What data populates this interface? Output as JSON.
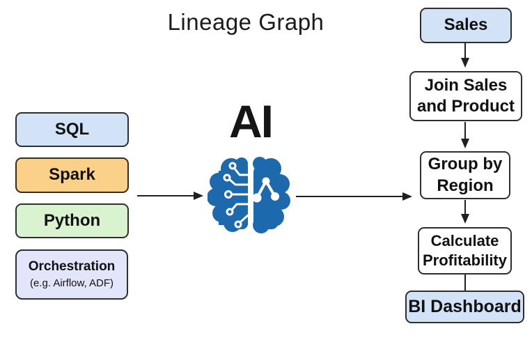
{
  "title": "Lineage Graph",
  "colors": {
    "background": "#ffffff",
    "box_border": "#2e2e2e",
    "arrow": "#1f1f1f",
    "text": "#111111",
    "blue_fill": "#d2e3f7",
    "orange_fill": "#fbd189",
    "green_fill": "#d9f2d0",
    "lavender_fill": "#e3e6fb",
    "white_fill": "#ffffff",
    "brain_blue": "#1c6aad"
  },
  "center": {
    "ai_label": "AI",
    "brain_icon": "ai-brain-icon"
  },
  "left_stack": {
    "items": [
      {
        "label": "SQL",
        "fill": "blue"
      },
      {
        "label": "Spark",
        "fill": "orange"
      },
      {
        "label": "Python",
        "fill": "green"
      },
      {
        "label": "Orchestration",
        "sublabel": "(e.g. Airflow, ADF)",
        "fill": "lavender"
      }
    ]
  },
  "pipeline": {
    "nodes": [
      {
        "label": "Sales",
        "fill": "blue"
      },
      {
        "label": "Join Sales and Product",
        "fill": "white"
      },
      {
        "label": "Group by Region",
        "fill": "white"
      },
      {
        "label": "Calculate Profitability",
        "fill": "white"
      },
      {
        "label": "BI Dashboard",
        "fill": "blue"
      }
    ]
  }
}
